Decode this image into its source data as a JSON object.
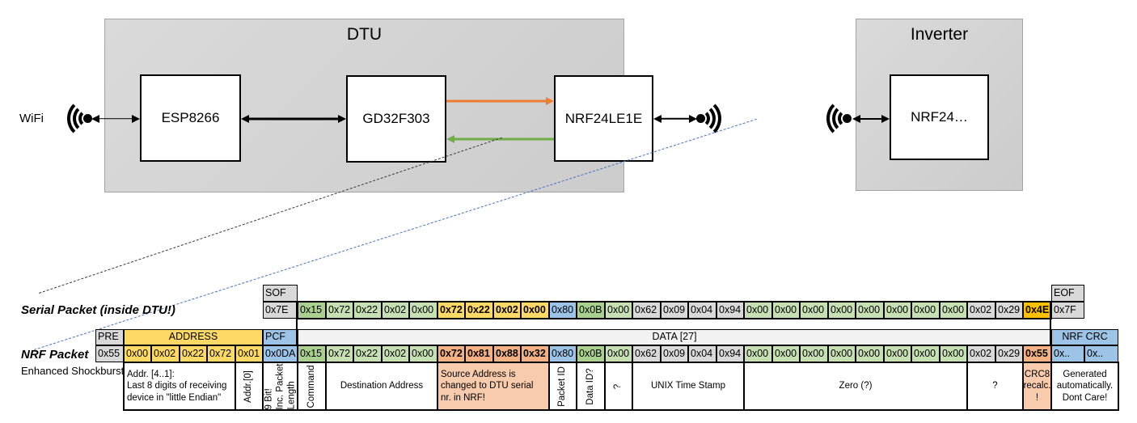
{
  "diagram": {
    "wifi_label": "WiFi",
    "dtu": {
      "title": "DTU",
      "esp": "ESP8266",
      "gd32": "GD32F303",
      "nrf": "NRF24LE1E"
    },
    "inverter": {
      "title": "Inverter",
      "nrf": "NRF24…"
    }
  },
  "icons": {
    "wifi": "wifi-signal-icon"
  },
  "legend": {
    "serial_label": "Serial Packet (inside DTU!)",
    "nrf_label": "NRF Packet",
    "nrf_sublabel": "Enhanced Shockburst"
  },
  "serial_packet": {
    "sof_header": "SOF",
    "sof_value": "0x7E",
    "eof_header": "EOF",
    "eof_value": "0x7F",
    "bytes": [
      {
        "v": "0x15",
        "c": "gd"
      },
      {
        "v": "0x72",
        "c": "gl"
      },
      {
        "v": "0x22",
        "c": "gl"
      },
      {
        "v": "0x02",
        "c": "gl"
      },
      {
        "v": "0x00",
        "c": "gl"
      },
      {
        "v": "0x72",
        "c": "au",
        "b": true
      },
      {
        "v": "0x22",
        "c": "au",
        "b": true
      },
      {
        "v": "0x02",
        "c": "au",
        "b": true
      },
      {
        "v": "0x00",
        "c": "au",
        "b": true
      },
      {
        "v": "0x80",
        "c": "bl"
      },
      {
        "v": "0x0B",
        "c": "gd"
      },
      {
        "v": "0x00",
        "c": "gl"
      },
      {
        "v": "0x62",
        "c": "gy"
      },
      {
        "v": "0x09",
        "c": "gy"
      },
      {
        "v": "0x04",
        "c": "gy"
      },
      {
        "v": "0x94",
        "c": "gy"
      },
      {
        "v": "0x00",
        "c": "gl"
      },
      {
        "v": "0x00",
        "c": "gl"
      },
      {
        "v": "0x00",
        "c": "gl"
      },
      {
        "v": "0x00",
        "c": "gl"
      },
      {
        "v": "0x00",
        "c": "gl"
      },
      {
        "v": "0x00",
        "c": "gl"
      },
      {
        "v": "0x00",
        "c": "gl"
      },
      {
        "v": "0x00",
        "c": "gl"
      },
      {
        "v": "0x02",
        "c": "gy"
      },
      {
        "v": "0x29",
        "c": "gy"
      },
      {
        "v": "0x4E",
        "c": "am",
        "b": true
      }
    ]
  },
  "nrf_packet": {
    "pre_header": "PRE",
    "pre_value": "0x55",
    "address_header": "ADDRESS",
    "address_values": [
      "0x00",
      "0x02",
      "0x22",
      "0x72",
      "0x01"
    ],
    "pcf_header": "PCF",
    "pcf_value": "0x0DA",
    "data_header": "DATA [27]",
    "crc_header": "NRF CRC",
    "crc_values": [
      "0x..",
      "0x.."
    ],
    "bytes": [
      {
        "v": "0x15",
        "c": "gd"
      },
      {
        "v": "0x72",
        "c": "gl"
      },
      {
        "v": "0x22",
        "c": "gl"
      },
      {
        "v": "0x02",
        "c": "gl"
      },
      {
        "v": "0x00",
        "c": "gl"
      },
      {
        "v": "0x72",
        "c": "sa",
        "b": true
      },
      {
        "v": "0x81",
        "c": "sa",
        "b": true
      },
      {
        "v": "0x88",
        "c": "sa",
        "b": true
      },
      {
        "v": "0x32",
        "c": "sa",
        "b": true
      },
      {
        "v": "0x80",
        "c": "bl"
      },
      {
        "v": "0x0B",
        "c": "gd"
      },
      {
        "v": "0x00",
        "c": "gl"
      },
      {
        "v": "0x62",
        "c": "gy"
      },
      {
        "v": "0x09",
        "c": "gy"
      },
      {
        "v": "0x04",
        "c": "gy"
      },
      {
        "v": "0x94",
        "c": "gy"
      },
      {
        "v": "0x00",
        "c": "gl"
      },
      {
        "v": "0x00",
        "c": "gl"
      },
      {
        "v": "0x00",
        "c": "gl"
      },
      {
        "v": "0x00",
        "c": "gl"
      },
      {
        "v": "0x00",
        "c": "gl"
      },
      {
        "v": "0x00",
        "c": "gl"
      },
      {
        "v": "0x00",
        "c": "gl"
      },
      {
        "v": "0x00",
        "c": "gl"
      },
      {
        "v": "0x02",
        "c": "gy"
      },
      {
        "v": "0x29",
        "c": "gy"
      },
      {
        "v": "0x55",
        "c": "sa",
        "b": true
      }
    ]
  },
  "annotations": [
    {
      "text": "Addr. [4..1]:\nLast 8 digits of receiving\ndevice in \"little Endian\"",
      "span": 4,
      "align": "left"
    },
    {
      "text": "Addr.[0]",
      "span": 1,
      "vertical": true
    },
    {
      "text": "9 Bit!\nInc. Packet\nLength",
      "span": 1,
      "vertical": true
    },
    {
      "text": "Command",
      "span": 1,
      "vertical": true
    },
    {
      "text": "Destination Address",
      "span": 4
    },
    {
      "text": "Source Address is\nchanged to DTU serial\nnr. in NRF!",
      "span": 4,
      "bg": "sl",
      "align": "left"
    },
    {
      "text": "Packet ID",
      "span": 1,
      "vertical": true
    },
    {
      "text": "Data ID?",
      "span": 1,
      "vertical": true
    },
    {
      "text": "?",
      "span": 1,
      "vertical": true
    },
    {
      "text": "UNIX Time Stamp",
      "span": 4
    },
    {
      "text": "Zero (?)",
      "span": 8
    },
    {
      "text": "?",
      "span": 2
    },
    {
      "text": "CRC8\nrecalc.\n!",
      "span": 1,
      "bg": "sl"
    },
    {
      "text": "Generated\nautomatically.\nDont Care!",
      "span": 2
    }
  ],
  "palette": {
    "green_light": "#C6E0B4",
    "green_dark": "#A9D08E",
    "gold": "#FFD966",
    "amber": "#FFC000",
    "blue": "#9DC3E6",
    "gray": "#D9D9D9",
    "gray_light": "#F2F2F2",
    "salmon": "#F4B183",
    "salmon_light": "#F8CBAD",
    "box_gray": "#CCCCCC",
    "orange_arrow": "#ED7D31",
    "green_arrow": "#70AD47",
    "blue_dashed": "#4472C4"
  }
}
